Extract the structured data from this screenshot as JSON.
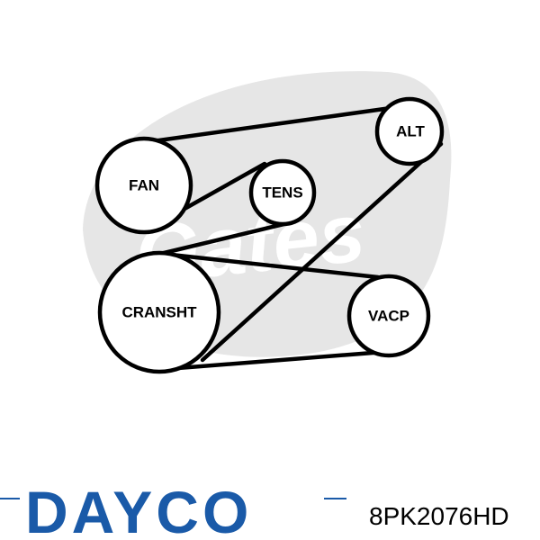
{
  "diagram": {
    "watermark_text": "Gates",
    "pulleys": {
      "fan": "FAN",
      "tens": "TENS",
      "alt": "ALT",
      "cranshaft": "CRANSHT",
      "vacp": "VACP"
    }
  },
  "footer": {
    "brand": "DAYCO",
    "part_number": "8PK2076HD"
  },
  "colors": {
    "brand_blue": "#1a5aa8",
    "watermark_grey": "#e6e6e6",
    "line": "#000000"
  }
}
